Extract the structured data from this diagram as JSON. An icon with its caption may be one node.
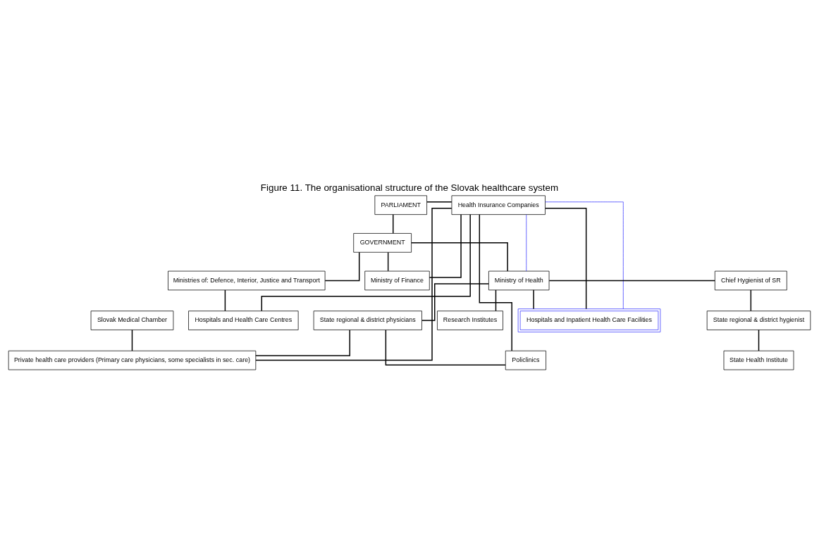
{
  "diagram": {
    "title": "Figure 11. The organisational structure of the Slovak healthcare system",
    "nodes": [
      {
        "text": [
          "PARLIAMENT"
        ]
      },
      {
        "text": [
          "Health Insurance Companies"
        ]
      },
      {
        "text": [
          "GOVERNMENT"
        ]
      },
      {
        "text": [
          "Chief Hygienist of SR"
        ]
      },
      {
        "text": [
          "Ministry of Health"
        ]
      },
      {
        "text": [
          "Ministries of: Defence, Interior, Justice and Transport"
        ]
      },
      {
        "text": [
          "Ministry of Finance"
        ]
      },
      {
        "text": [
          "State regional & district hygienist"
        ]
      },
      {
        "text": [
          "Research Institutes"
        ]
      },
      {
        "text": [
          "State regional & district physicians"
        ]
      },
      {
        "text": [
          "Hospitals and Health Care Centres"
        ]
      },
      {
        "text": [
          "State Health Institute"
        ]
      },
      {
        "text": [
          "Hospitals and Inpatient Health Care Facilities"
        ]
      },
      {
        "text": [
          "Policlinics"
        ]
      },
      {
        "text": [
          "Private health care providers (Primary care physicians, some specialists in sec. care)"
        ]
      },
      {
        "text": [
          "Slovak Medical Chamber"
        ]
      }
    ],
    "edges": [
      {
        "from": 0,
        "to": 2,
        "arrow": "none"
      },
      {
        "from": 0,
        "to": 1,
        "arrow": "none"
      },
      {
        "from": 2,
        "to": 4,
        "arrow": "none"
      },
      {
        "from": 2,
        "to": 5,
        "arrow": "none"
      },
      {
        "from": 2,
        "to": 6,
        "arrow": "none"
      },
      {
        "from": 1,
        "to": 6,
        "arrow": "none"
      },
      {
        "from": 1,
        "to": 4,
        "arrow": "none",
        "color": "#3333ff"
      },
      {
        "from": 1,
        "to": 12,
        "arrow": "none",
        "color": "#3333ff"
      },
      {
        "from": 3,
        "to": 4,
        "arrow": "none"
      },
      {
        "from": 3,
        "to": 7,
        "arrow": "none"
      },
      {
        "from": 7,
        "to": 11,
        "arrow": "none"
      },
      {
        "from": 4,
        "to": 8,
        "arrow": "none"
      },
      {
        "from": 4,
        "to": 9,
        "arrow": "none"
      },
      {
        "from": 4,
        "to": 12,
        "arrow": "none"
      },
      {
        "from": 5,
        "to": 10,
        "arrow": "none"
      },
      {
        "from": 9,
        "to": 13,
        "arrow": "none"
      },
      {
        "from": 9,
        "to": 14,
        "arrow": "none"
      },
      {
        "from": 1,
        "to": 10,
        "arrow": "none"
      },
      {
        "from": 1,
        "to": 13,
        "arrow": "none"
      },
      {
        "from": 1,
        "to": 14,
        "arrow": "none"
      },
      {
        "from": 1,
        "to": 12,
        "arrow": "none"
      },
      {
        "from": 15,
        "to": 14,
        "arrow": "none"
      }
    ]
  }
}
